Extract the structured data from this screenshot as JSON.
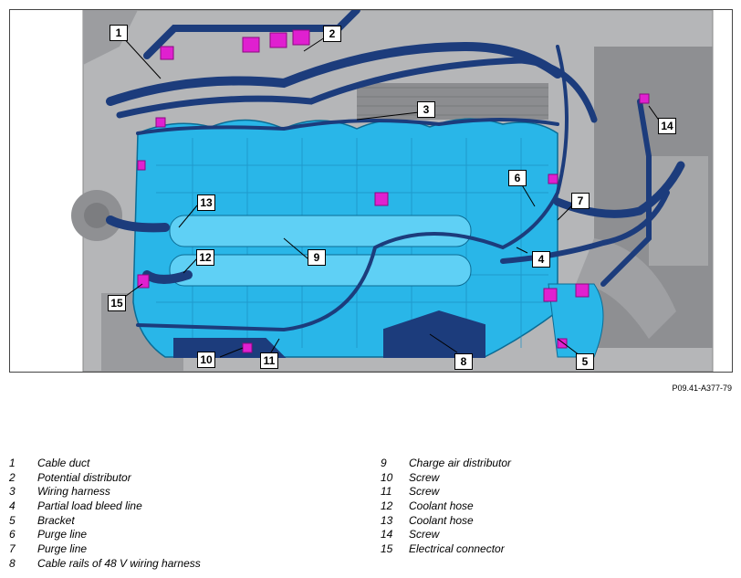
{
  "figure": {
    "reference": "P09.41-A377-79",
    "callouts": [
      {
        "number": "1"
      },
      {
        "number": "2"
      },
      {
        "number": "3"
      },
      {
        "number": "4"
      },
      {
        "number": "5"
      },
      {
        "number": "6"
      },
      {
        "number": "7"
      },
      {
        "number": "8"
      },
      {
        "number": "9"
      },
      {
        "number": "10"
      },
      {
        "number": "11"
      },
      {
        "number": "12"
      },
      {
        "number": "13"
      },
      {
        "number": "14"
      },
      {
        "number": "15"
      }
    ]
  },
  "legend": {
    "left": [
      {
        "number": "1",
        "label": "Cable duct"
      },
      {
        "number": "2",
        "label": "Potential distributor"
      },
      {
        "number": "3",
        "label": "Wiring harness"
      },
      {
        "number": "4",
        "label": "Partial load bleed line"
      },
      {
        "number": "5",
        "label": "Bracket"
      },
      {
        "number": "6",
        "label": "Purge line"
      },
      {
        "number": "7",
        "label": "Purge line"
      },
      {
        "number": "8",
        "label": "Cable rails of 48 V wiring harness"
      }
    ],
    "right": [
      {
        "number": "9",
        "label": "Charge air distributor"
      },
      {
        "number": "10",
        "label": "Screw"
      },
      {
        "number": "11",
        "label": "Screw"
      },
      {
        "number": "12",
        "label": "Coolant hose"
      },
      {
        "number": "13",
        "label": "Coolant hose"
      },
      {
        "number": "14",
        "label": "Screw"
      },
      {
        "number": "15",
        "label": "Electrical connector"
      }
    ]
  },
  "colors": {
    "manifold": "#29b6e8",
    "harness": "#1c3c7c",
    "connector": "#e020d0",
    "engine": "#a9aaad",
    "frame": "#444444"
  }
}
